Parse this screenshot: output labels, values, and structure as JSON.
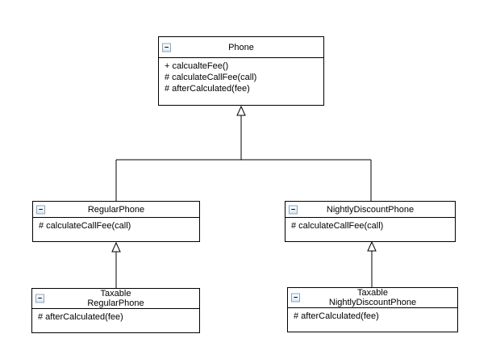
{
  "ui": {
    "collapse_glyph": "−"
  },
  "colors": {
    "canvas_bg": "#ffffff",
    "box_border": "#000000",
    "box_fill": "#ffffff",
    "text": "#000000",
    "connector": "#000000",
    "arrowhead_fill": "#ffffff",
    "collapse_icon_border": "#8ca6bc",
    "collapse_icon_fill": "#e6eef5"
  },
  "classes": [
    {
      "name": "Phone",
      "name_lines": [
        "Phone"
      ],
      "members": [
        "+ calcualteFee()",
        "# calculateCallFee(call)",
        "# afterCalculated(fee)"
      ]
    },
    {
      "name": "RegularPhone",
      "name_lines": [
        "RegularPhone"
      ],
      "members": [
        "# calculateCallFee(call)"
      ]
    },
    {
      "name": "NightlyDiscountPhone",
      "name_lines": [
        "NightlyDiscountPhone"
      ],
      "members": [
        "# calculateCallFee(call)"
      ]
    },
    {
      "name": "TaxableRegularPhone",
      "name_lines": [
        "Taxable",
        "RegularPhone"
      ],
      "members": [
        "# afterCalculated(fee)"
      ]
    },
    {
      "name": "TaxableNightlyDiscountPhone",
      "name_lines": [
        "Taxable",
        "NightlyDiscountPhone"
      ],
      "members": [
        "# afterCalculated(fee)"
      ]
    }
  ],
  "relations": [
    {
      "type": "generalization",
      "from": "RegularPhone",
      "to": "Phone"
    },
    {
      "type": "generalization",
      "from": "NightlyDiscountPhone",
      "to": "Phone"
    },
    {
      "type": "generalization",
      "from": "TaxableRegularPhone",
      "to": "RegularPhone"
    },
    {
      "type": "generalization",
      "from": "TaxableNightlyDiscountPhone",
      "to": "NightlyDiscountPhone"
    }
  ]
}
